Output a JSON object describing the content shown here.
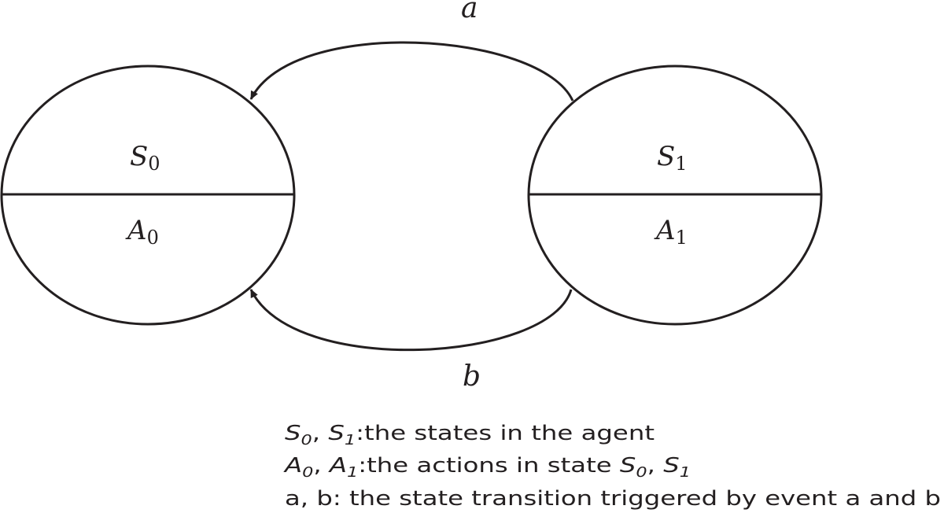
{
  "diagram": {
    "states": [
      {
        "state_symbol": "S",
        "state_index": "0",
        "action_symbol": "A",
        "action_index": "0"
      },
      {
        "state_symbol": "S",
        "state_index": "1",
        "action_symbol": "A",
        "action_index": "1"
      }
    ],
    "transitions": [
      {
        "label": "a",
        "from": "S1",
        "to": "S0"
      },
      {
        "label": "b",
        "from": "S1",
        "to": "S0"
      }
    ],
    "legend": {
      "line1": {
        "s": "S",
        "i0": "0",
        "comma": ", ",
        "i1": "1",
        "text": ":the states in the agent"
      },
      "line2": {
        "a": "A",
        "i0": "0",
        "comma": ", ",
        "i1": "1",
        "text": ":the actions in state ",
        "s": "S",
        "j0": "0",
        "comma2": ", ",
        "j1": "1"
      },
      "line3": "a, b: the state transition triggered by event a and b"
    }
  }
}
